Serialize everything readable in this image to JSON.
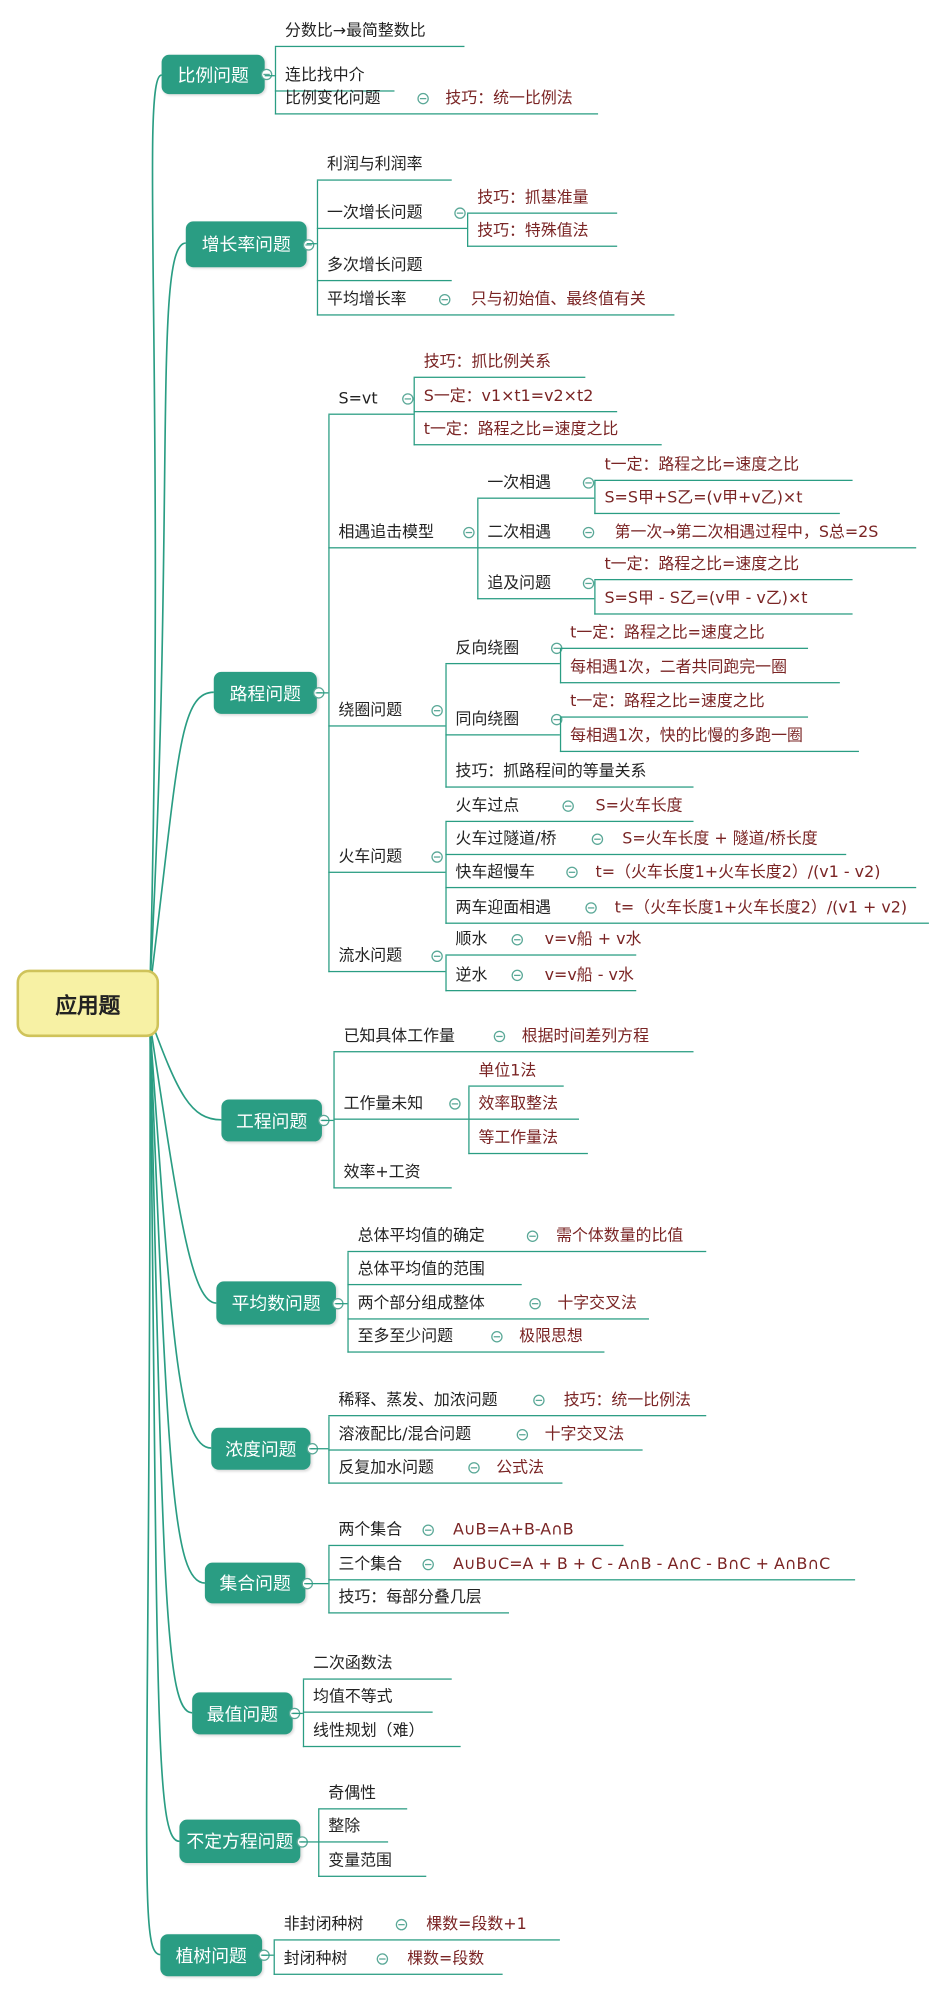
{
  "root": "应用题",
  "colors": {
    "branch": "#2a9d83",
    "root_fill": "#f7f1a4",
    "tip_text": "#7a2424"
  },
  "t": [
    {
      "label": "比例问题",
      "children": [
        {
          "label": "分数比→最简整数比"
        },
        {
          "label": "连比找中介"
        },
        {
          "label": "比例变化问题",
          "detail": "技巧：统一比例法"
        }
      ]
    },
    {
      "label": "增长率问题",
      "children": [
        {
          "label": "利润与利润率"
        },
        {
          "label": "一次增长问题",
          "children": [
            {
              "label": "技巧：抓基准量"
            },
            {
              "label": "技巧：特殊值法"
            }
          ]
        },
        {
          "label": "多次增长问题"
        },
        {
          "label": "平均增长率",
          "detail": "只与初始值、最终值有关"
        }
      ]
    },
    {
      "label": "路程问题",
      "children": [
        {
          "label": "S=vt",
          "children": [
            {
              "label": "技巧：抓比例关系"
            },
            {
              "label": "S一定：v1×t1=v2×t2"
            },
            {
              "label": "t一定：路程之比=速度之比"
            }
          ]
        },
        {
          "label": "相遇追击模型",
          "children": [
            {
              "label": "一次相遇",
              "children": [
                {
                  "label": "t一定：路程之比=速度之比"
                },
                {
                  "label": "S=S甲+S乙=(v甲+v乙)×t"
                }
              ]
            },
            {
              "label": "二次相遇",
              "detail": "第一次→第二次相遇过程中，S总=2S"
            },
            {
              "label": "追及问题",
              "children": [
                {
                  "label": "t一定：路程之比=速度之比"
                },
                {
                  "label": "S=S甲 - S乙=(v甲 - v乙)×t"
                }
              ]
            }
          ]
        },
        {
          "label": "绕圈问题",
          "children": [
            {
              "label": "反向绕圈",
              "children": [
                {
                  "label": "t一定：路程之比=速度之比"
                },
                {
                  "label": "每相遇1次，二者共同跑完一圈"
                }
              ]
            },
            {
              "label": "同向绕圈",
              "children": [
                {
                  "label": "t一定：路程之比=速度之比"
                },
                {
                  "label": "每相遇1次，快的比慢的多跑一圈"
                }
              ]
            },
            {
              "label": "技巧：抓路程间的等量关系"
            }
          ]
        },
        {
          "label": "火车问题",
          "children": [
            {
              "label": "火车过点",
              "detail": "S=火车长度"
            },
            {
              "label": "火车过隧道/桥",
              "detail": "S=火车长度 + 隧道/桥长度"
            },
            {
              "label": "快车超慢车",
              "detail": "t=（火车长度1+火车长度2）/(v1 - v2)"
            },
            {
              "label": "两车迎面相遇",
              "detail": "t=（火车长度1+火车长度2）/(v1 + v2)"
            }
          ]
        },
        {
          "label": "流水问题",
          "children": [
            {
              "label": "顺水",
              "detail": "v=v船 + v水"
            },
            {
              "label": "逆水",
              "detail": "v=v船 - v水"
            }
          ]
        }
      ]
    },
    {
      "label": "工程问题",
      "children": [
        {
          "label": "已知具体工作量",
          "detail": "根据时间差列方程"
        },
        {
          "label": "工作量未知",
          "children": [
            {
              "label": "单位1法"
            },
            {
              "label": "效率取整法"
            },
            {
              "label": "等工作量法"
            }
          ]
        },
        {
          "label": "效率+工资"
        }
      ]
    },
    {
      "label": "平均数问题",
      "children": [
        {
          "label": "总体平均值的确定",
          "detail": "需个体数量的比值"
        },
        {
          "label": "总体平均值的范围"
        },
        {
          "label": "两个部分组成整体",
          "detail": "十字交叉法"
        },
        {
          "label": "至多至少问题",
          "detail": "极限思想"
        }
      ]
    },
    {
      "label": "浓度问题",
      "children": [
        {
          "label": "稀释、蒸发、加浓问题",
          "detail": "技巧：统一比例法"
        },
        {
          "label": "溶液配比/混合问题",
          "detail": "十字交叉法"
        },
        {
          "label": "反复加水问题",
          "detail": "公式法"
        }
      ]
    },
    {
      "label": "集合问题",
      "children": [
        {
          "label": "两个集合",
          "detail": "A∪B=A+B-A∩B"
        },
        {
          "label": "三个集合",
          "detail": "A∪B∪C=A + B + C - A∩B - A∩C - B∩C + A∩B∩C"
        },
        {
          "label": "技巧：每部分叠几层"
        }
      ]
    },
    {
      "label": "最值问题",
      "children": [
        {
          "label": "二次函数法"
        },
        {
          "label": "均值不等式"
        },
        {
          "label": "线性规划（难）"
        }
      ]
    },
    {
      "label": "不定方程问题",
      "children": [
        {
          "label": "奇偶性"
        },
        {
          "label": "整除"
        },
        {
          "label": "变量范围"
        }
      ]
    },
    {
      "label": "植树问题",
      "children": [
        {
          "label": "非封闭种树",
          "detail": "棵数=段数+1"
        },
        {
          "label": "封闭种树",
          "detail": "棵数=段数"
        }
      ]
    }
  ]
}
